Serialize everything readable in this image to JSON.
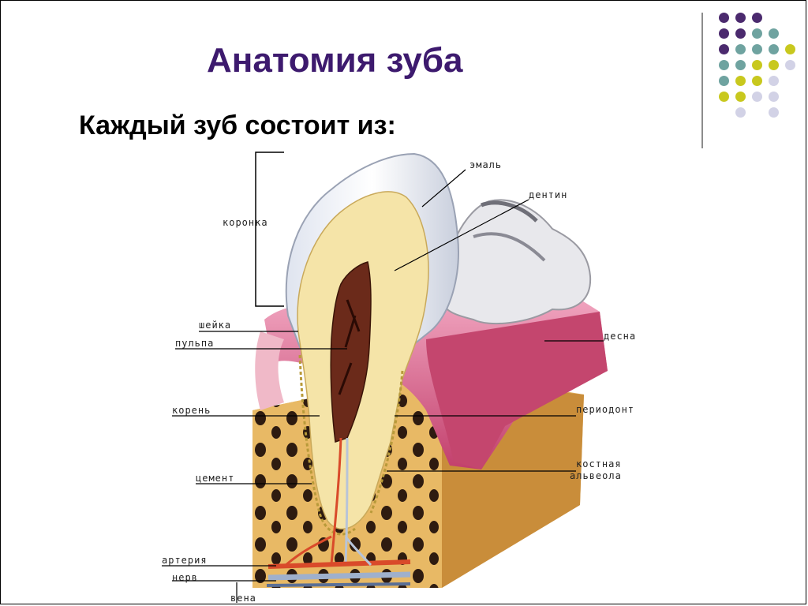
{
  "slide": {
    "title": "Анатомия зуба",
    "subtitle": "Каждый зуб состоит из:"
  },
  "decor": {
    "dot_colors": [
      "#4b2a6e",
      "#6fa3a0",
      "#c8c81e",
      "#d2d2e6"
    ]
  },
  "diagram": {
    "labels": {
      "crown": "коронка",
      "enamel": "эмаль",
      "dentin": "дентин",
      "neck": "шейка",
      "pulp": "пульпа",
      "gum": "десна",
      "root": "корень",
      "periodont": "периодонт",
      "cement": "цемент",
      "alveola_1": "костная",
      "alveola_2": "альвеола",
      "artery": "артерия",
      "nerve": "нерв",
      "vein": "вена"
    }
  }
}
